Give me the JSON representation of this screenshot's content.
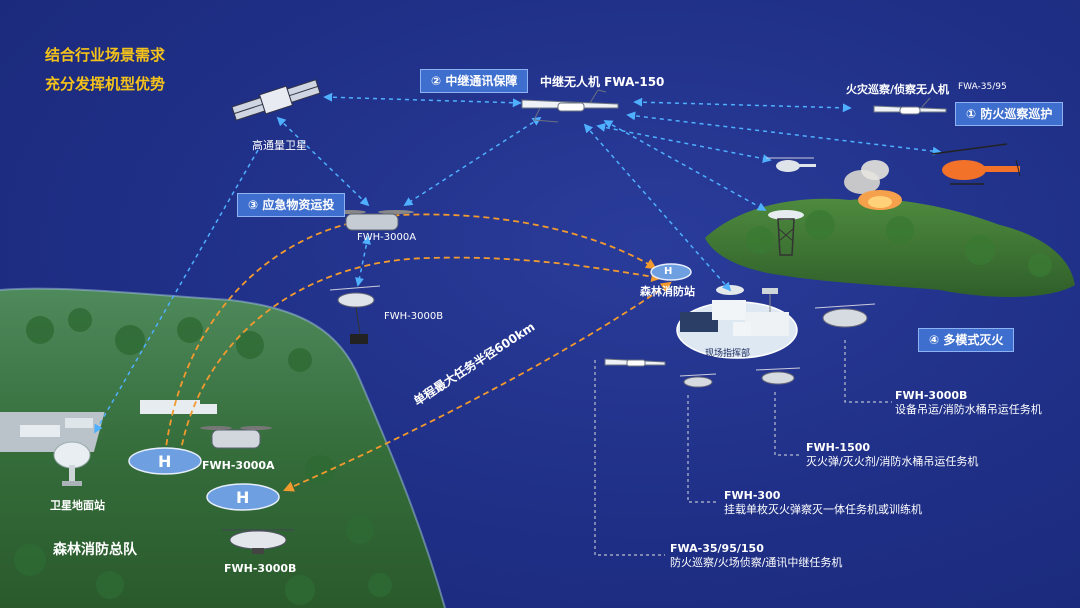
{
  "headline": {
    "line1": "结合行业场景需求",
    "line2": "充分发挥机型优势"
  },
  "tags": {
    "relay": "② 中继通讯保障",
    "supply": "③ 应急物资运投",
    "patrol": "① 防火巡察巡护",
    "multi": "④ 多模式灭火"
  },
  "labels": {
    "relay_uav": "中继无人机 FWA-150",
    "patrol_uav": "火灾巡察/侦察无人机",
    "patrol_uav_model": "FWA-35/95",
    "satellite": "高通量卫星",
    "fwh3000a_air": "FWH-3000A",
    "fwh3000b_air": "FWH-3000B",
    "forest_station": "森林消防站",
    "command_vehicle": "现场指挥部",
    "range_text": "单程最大任务半径600km",
    "ground_station": "卫星地面站",
    "fwh3000a_base": "FWH-3000A",
    "fwh3000b_base": "FWH-3000B",
    "hq": "森林消防总队",
    "helipad": "H"
  },
  "missions": [
    {
      "model": "FWH-3000B",
      "desc": "设备吊运/消防水桶吊运任务机"
    },
    {
      "model": "FWH-1500",
      "desc": "灭火弹/灭火剂/消防水桶吊运任务机"
    },
    {
      "model": "FWH-300",
      "desc": "挂载单枚灭火弹察灭一体任务机或训练机"
    },
    {
      "model": "FWA-35/95/150",
      "desc": "防火巡察/火场侦察/通讯中继任务机"
    }
  ],
  "colors": {
    "background": "#1f2f86",
    "headline": "#f4c21a",
    "tag_fill": "#3f6fce",
    "comm_link": "#4fb0ff",
    "range_arc": "#f29a2e"
  }
}
